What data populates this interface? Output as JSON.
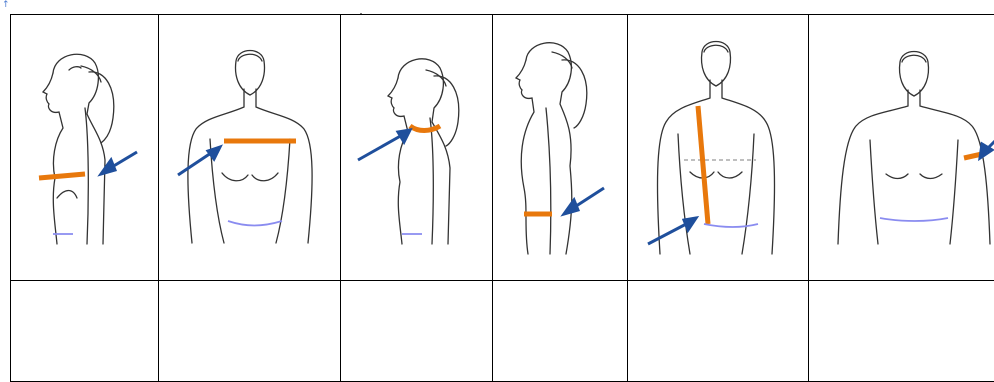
{
  "document": {
    "anchor_symbol": "↑",
    "arrow_color": "#1f4f9c",
    "tape_color": "#e8780c",
    "waistline_color": "#8a8cf0",
    "figures": [
      {
        "icon": "profile-bust-measurement-figure",
        "measurement": "bust (side view)"
      },
      {
        "icon": "front-shoulder-width-measurement-figure",
        "measurement": "shoulder width"
      },
      {
        "icon": "profile-neck-measurement-figure",
        "measurement": "neck"
      },
      {
        "icon": "profile-waist-measurement-figure",
        "measurement": "waist (side view)"
      },
      {
        "icon": "front-length-measurement-figure",
        "measurement": "front length"
      },
      {
        "icon": "front-upper-arm-measurement-figure",
        "measurement": "upper arm"
      }
    ],
    "second_row": [
      "",
      "",
      "",
      "",
      "",
      ""
    ]
  }
}
